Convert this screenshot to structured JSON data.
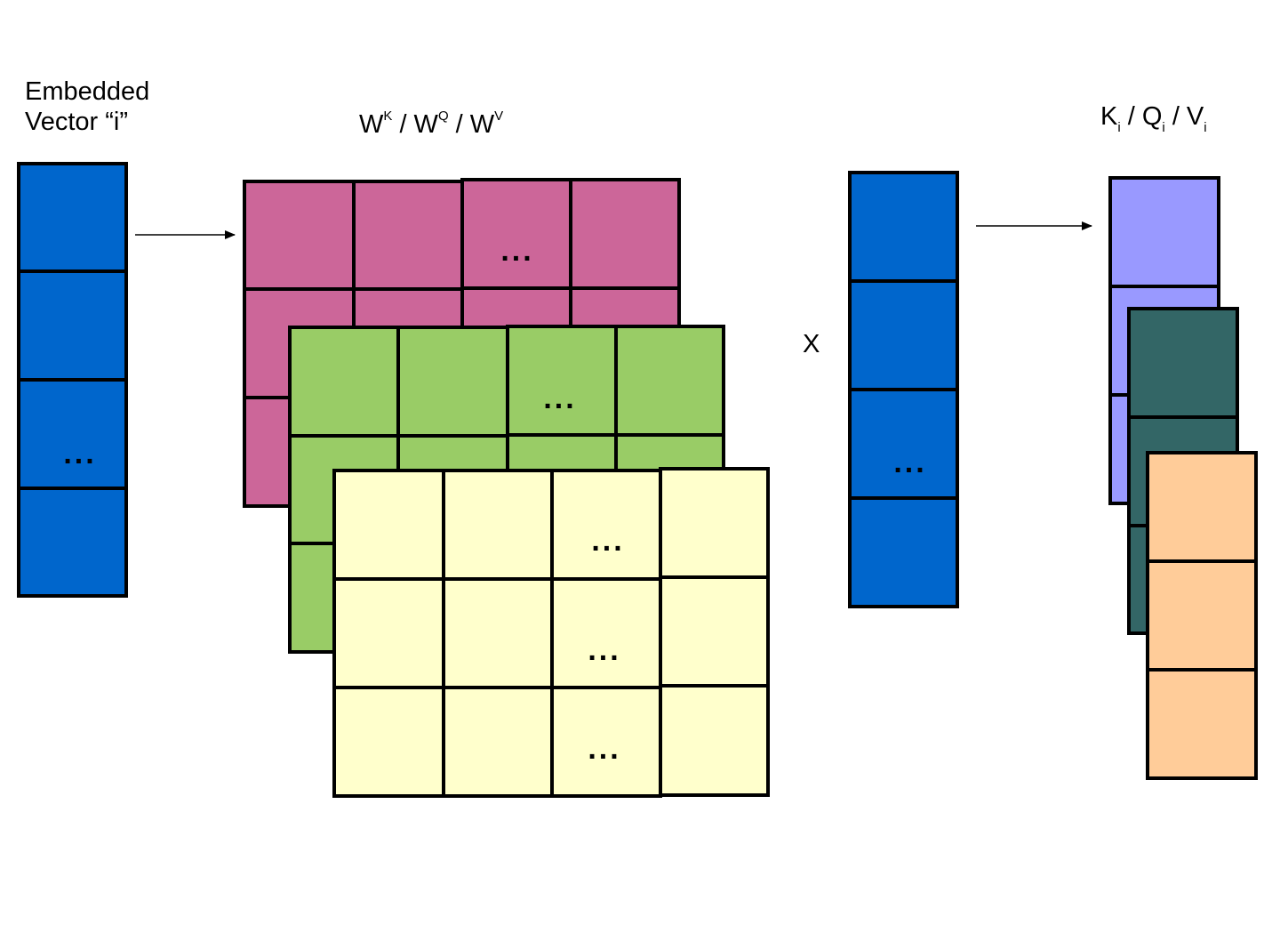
{
  "labels": {
    "embedded_vector_line1": "Embedded",
    "embedded_vector_line2": "Vector “i”",
    "weights_w1": "W",
    "weights_k": "K",
    "weights_sep1": " / W",
    "weights_q": "Q",
    "weights_sep2": " / W",
    "weights_v": "V",
    "multiply": "X",
    "output_k": "K",
    "output_i1": "i",
    "output_sep1": " / Q",
    "output_i2": "i",
    "output_sep2": " / V",
    "output_i3": "i"
  },
  "ellipsis": "...",
  "colors": {
    "vector_blue": "#0066CC",
    "matrix_pink": "#CC6699",
    "matrix_green": "#99CC66",
    "matrix_yellow": "#FFFFCC",
    "output_purple": "#9999FF",
    "output_teal": "#336666",
    "output_peach": "#FFCC99"
  }
}
